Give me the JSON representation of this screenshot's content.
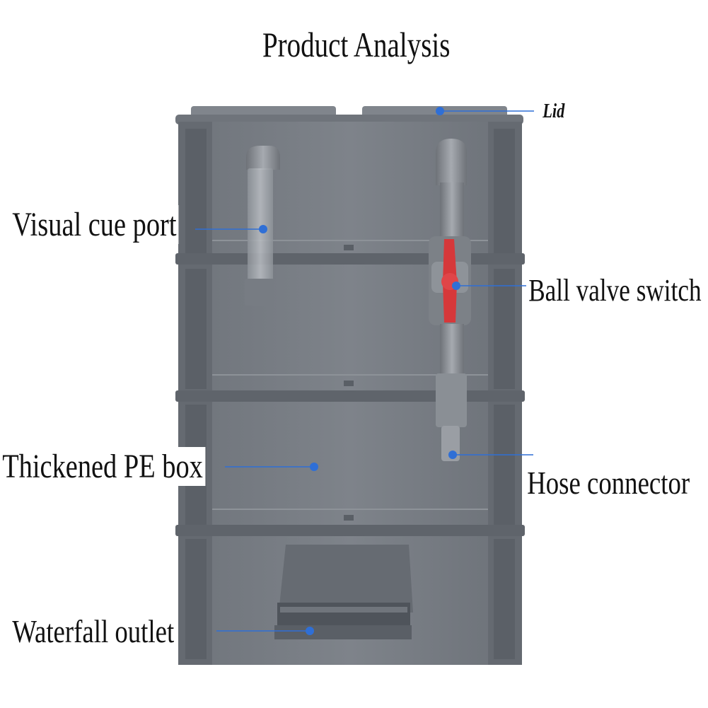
{
  "title": "Product Analysis",
  "callouts": {
    "lid": "Lid",
    "visual_cue_port": "Visual cue port",
    "ball_valve_switch": "Ball valve switch",
    "thickened_pe_box": "Thickened PE box",
    "hose_connector": "Hose connector",
    "waterfall_outlet": "Waterfall outlet"
  },
  "colors": {
    "box_gray": "#7a7f87",
    "box_dark": "#5d626a",
    "pipe_gray": "#8a8e94",
    "valve_red": "#d6383a",
    "leader_blue": "#2f6fd6"
  }
}
